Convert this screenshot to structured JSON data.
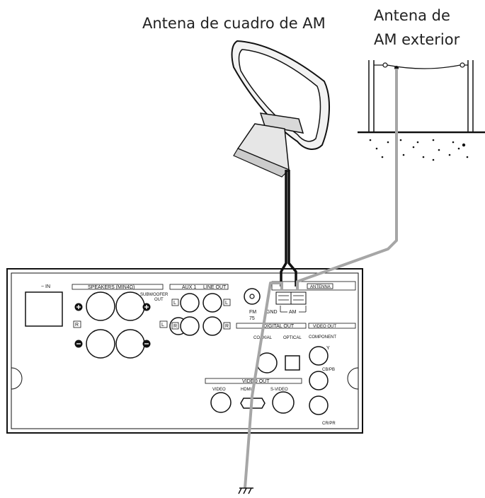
{
  "labels": {
    "loop_antenna": "Antena de cuadro de AM",
    "outdoor_antenna_line1": "Antena de",
    "outdoor_antenna_line2": "AM exterior"
  },
  "panel": {
    "ac_in": "~ IN",
    "speakers": "SPEAKERS (MIN4Ω)",
    "subwoofer": "SUBWOOFER",
    "subwoofer_out": "OUT",
    "aux1": "AUX 1",
    "line_out": "LINE OUT",
    "channel_left": "L",
    "channel_right": "R",
    "fm": "FM",
    "fm_ohm": "75",
    "antenna": "ANTENNA",
    "gnd": "GND",
    "am": "AM",
    "digital_out": "DIGITAL OUT",
    "coaxial": "COAXIAL",
    "optical": "OPTICAL",
    "video_out_right": "VIDEO OUT",
    "component": "COMPONENT",
    "y": "Y",
    "cb_pb": "CB/PB",
    "cr_pr": "CR/PR",
    "video_out_bottom": "VIDEO OUT",
    "video": "VIDEO",
    "hdmi": "HDMI",
    "s_video": "S-VIDEO"
  },
  "colors": {
    "black_wire": "#111111",
    "gray_wire": "#a6a6a6",
    "outline": "#111111"
  }
}
